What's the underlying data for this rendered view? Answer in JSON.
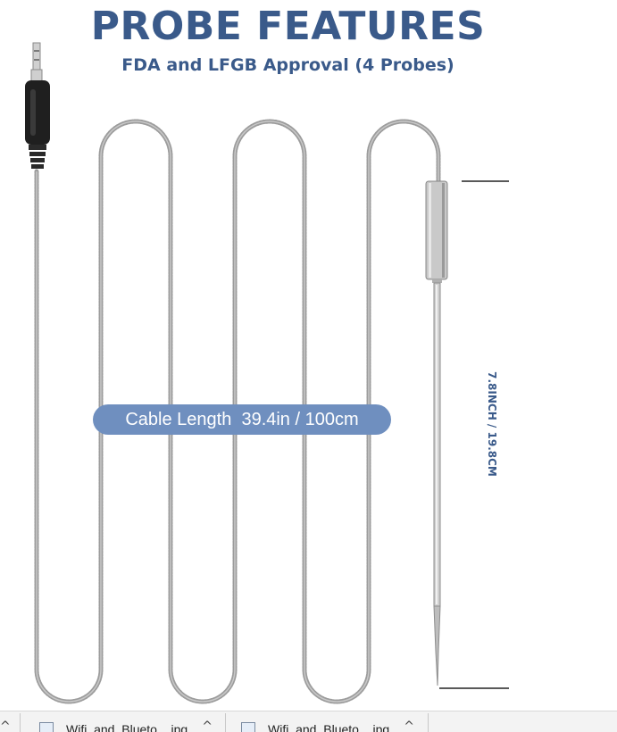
{
  "header": {
    "title": "PROBE FEATURES",
    "subtitle": "FDA and LFGB Approval (4 Probes)"
  },
  "cable_label": "Cable Length  39.4in / 100cm",
  "dimension_label": "7.8INCH / 19.8CM",
  "colors": {
    "accent": "#3a5a8a",
    "pill": "#6f8fbf",
    "cable": "#9a9a9a",
    "connector": "#1f1f1f"
  },
  "taskbar": {
    "left_chevron": "^",
    "items": [
      {
        "name": "Wifi_and_Blueto....jpg",
        "icon": "image-file-icon",
        "chevron": "^"
      },
      {
        "name": "Wifi_and_Blueto....jpg",
        "icon": "image-file-icon",
        "chevron": "^"
      }
    ]
  }
}
